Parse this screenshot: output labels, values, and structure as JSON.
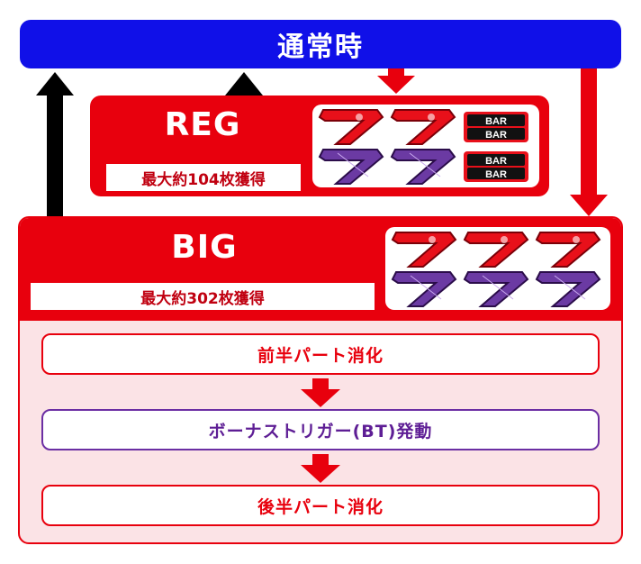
{
  "banner": {
    "label": "通常時"
  },
  "reg": {
    "title": "REG",
    "payout": "最大約104枚獲得",
    "bar_label": "BAR"
  },
  "big": {
    "title": "BIG",
    "payout": "最大約302枚獲得"
  },
  "steps": [
    {
      "label": "前半パート消化"
    },
    {
      "label": "ボーナストリガー(BT)発動"
    },
    {
      "label": "後半パート消化"
    }
  ],
  "colors": {
    "banner": "#1010e8",
    "bonus_red": "#e8000d",
    "big_body": "#fbe3e6",
    "seven_red": "#e8101a",
    "seven_purple": "#6b3aa3",
    "step_purple": "#5e1e95"
  }
}
